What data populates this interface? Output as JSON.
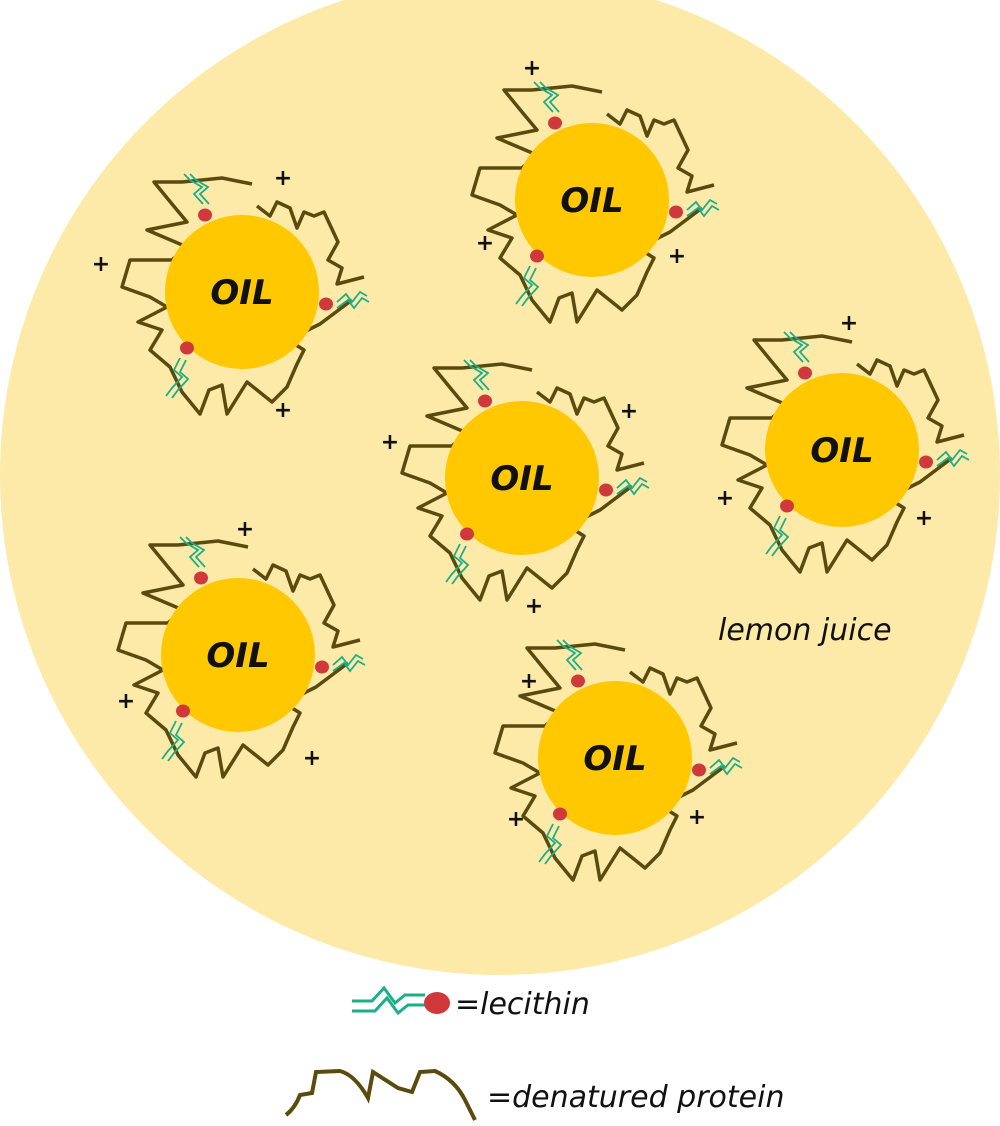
{
  "colors": {
    "medium": "#FDEAA8",
    "oil": "#FFC800",
    "protein": "#5B4A0E",
    "lecithin_tail": "#1AAE8A",
    "lecithin_head": "#D0393C"
  },
  "droplets": [
    {
      "label": "OIL"
    },
    {
      "label": "OIL"
    },
    {
      "label": "OIL"
    },
    {
      "label": "OIL"
    },
    {
      "label": "OIL"
    },
    {
      "label": "OIL"
    }
  ],
  "charge_symbol": "+",
  "medium_label": "lemon juice",
  "legend": {
    "lecithin": "=lecithin",
    "protein": "=denatured protein"
  }
}
